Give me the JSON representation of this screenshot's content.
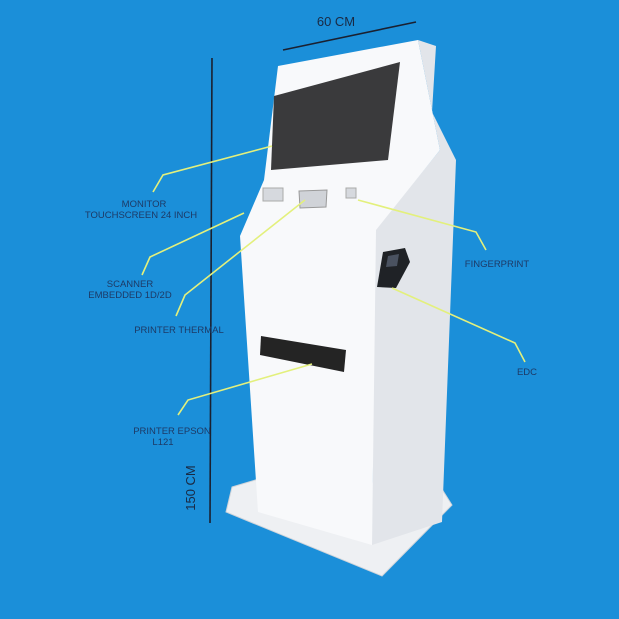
{
  "dimensions": {
    "width_label": "60 CM",
    "height_label": "150 CM"
  },
  "labels": {
    "monitor": [
      "MONITOR",
      "TOUCHSCREEN 24 INCH"
    ],
    "scanner": [
      "SCANNER",
      "EMBEDDED 1D/2D"
    ],
    "printer_thermal": "PRINTER THERMAL",
    "printer_epson": [
      "PRINTER EPSON",
      "L121"
    ],
    "fingerprint": "FINGERPRINT",
    "edc": "EDC"
  },
  "colors": {
    "background": "#1b8fd9",
    "leader": "#e3f07c",
    "text": "#1d3a66",
    "kiosk": "#f7f8fa"
  }
}
